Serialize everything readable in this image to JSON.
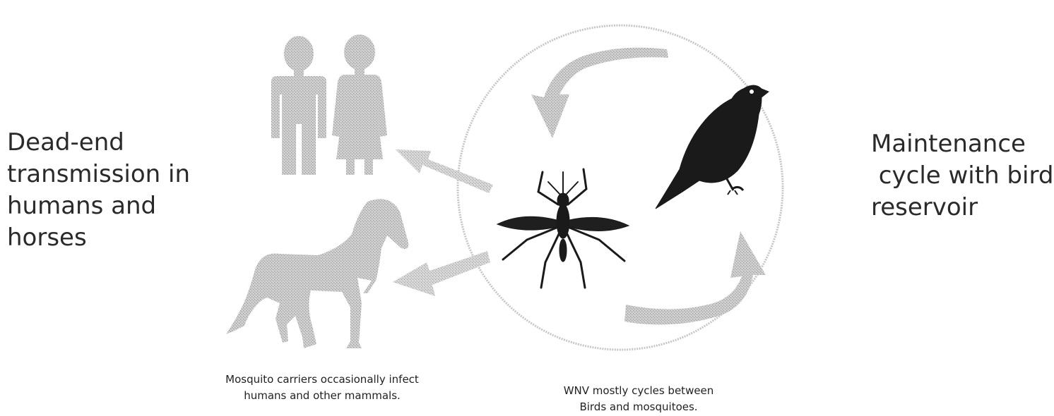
{
  "left_label": {
    "lines": [
      "Dead-end",
      "transmission in",
      "humans and",
      "horses"
    ]
  },
  "right_label": {
    "lines": [
      "Maintenance",
      " cycle with bird",
      "reservoir"
    ]
  },
  "captions": {
    "left": [
      "Mosquito carriers occasionally infect",
      "humans and other mammals."
    ],
    "right": [
      "WNV mostly cycles between",
      "Birds and mosquitoes."
    ]
  },
  "icons": [
    "human-male-icon",
    "human-female-icon",
    "horse-icon",
    "mosquito-icon",
    "bird-icon",
    "cycle-arrow-icon",
    "transmission-arrow-icon"
  ],
  "colors": {
    "figure_gray": "#b8b8b8",
    "arrow_gray": "#c4c4c4",
    "circle_gray": "#c8c8c8",
    "silhouette_dark": "#1a1a1a",
    "text": "#2a2a2a"
  }
}
